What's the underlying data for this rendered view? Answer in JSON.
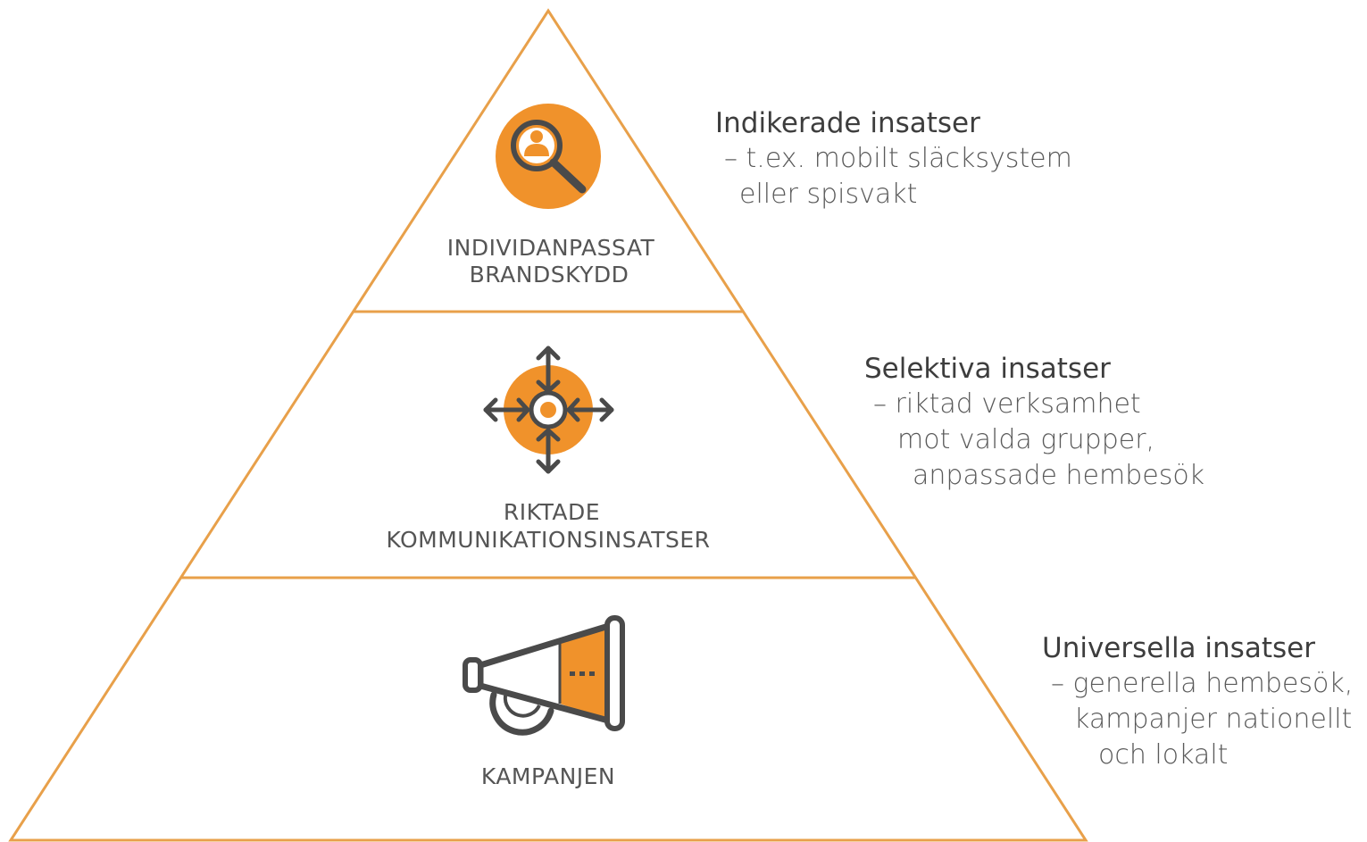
{
  "colors": {
    "accent": "#f0922b",
    "outline": "#e8a04a",
    "icon_dark": "#4a4a4a",
    "text": "#555555"
  },
  "levels": [
    {
      "label_lines": [
        "INDIVIDANPASSAT",
        "BRANDSKYDD"
      ],
      "icon": "magnifier-person-icon",
      "description": {
        "heading": "Indikerade insatser",
        "lines": [
          "– t.ex. mobilt släcksystem",
          "eller spisvakt"
        ]
      }
    },
    {
      "label_lines": [
        "RIKTADE",
        "KOMMUNIKATIONSINSATSER"
      ],
      "icon": "target-arrows-icon",
      "description": {
        "heading": "Selektiva insatser",
        "lines": [
          "– riktad verksamhet",
          "mot valda grupper,",
          "anpassade hembesök"
        ]
      }
    },
    {
      "label_lines": [
        "KAMPANJEN"
      ],
      "icon": "megaphone-icon",
      "description": {
        "heading": "Universella insatser",
        "lines": [
          "– generella hembesök,",
          "kampanjer nationellt",
          "och lokalt"
        ]
      }
    }
  ]
}
